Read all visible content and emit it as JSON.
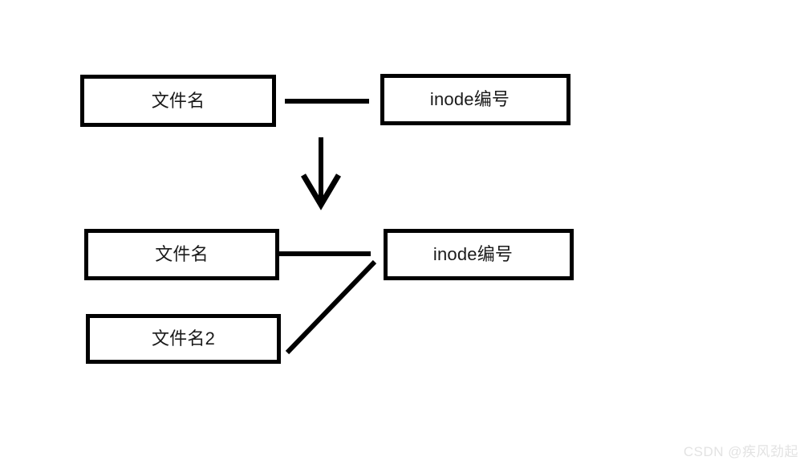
{
  "diagram": {
    "title": "inode hard link diagram",
    "background_color": "#ffffff",
    "stroke_color": "#000000",
    "text_color": "#1a1a1a",
    "nodes": [
      {
        "id": "filename-top",
        "label": "文件名",
        "row": "top",
        "column": "left"
      },
      {
        "id": "inode-top",
        "label": "inode编号",
        "row": "top",
        "column": "right"
      },
      {
        "id": "filename-bottom",
        "label": "文件名",
        "row": "bottom",
        "column": "left"
      },
      {
        "id": "filename2-bottom",
        "label": "文件名2",
        "row": "bottom",
        "column": "left"
      },
      {
        "id": "inode-bottom",
        "label": "inode编号",
        "row": "bottom",
        "column": "right"
      }
    ],
    "connectors": [
      {
        "id": "link-top",
        "from": "filename-top",
        "to": "inode-top",
        "kind": "line"
      },
      {
        "id": "link-bottom-first",
        "from": "filename-bottom",
        "to": "inode-bottom",
        "kind": "line"
      },
      {
        "id": "link-bottom-second",
        "from": "filename2-bottom",
        "to": "inode-bottom",
        "kind": "diagonal"
      },
      {
        "id": "transition-arrow",
        "from": "top-row",
        "to": "bottom-row",
        "kind": "arrow-down"
      }
    ]
  },
  "watermark": {
    "text": "CSDN @疾风劲起",
    "color": "#e3e3e3"
  }
}
